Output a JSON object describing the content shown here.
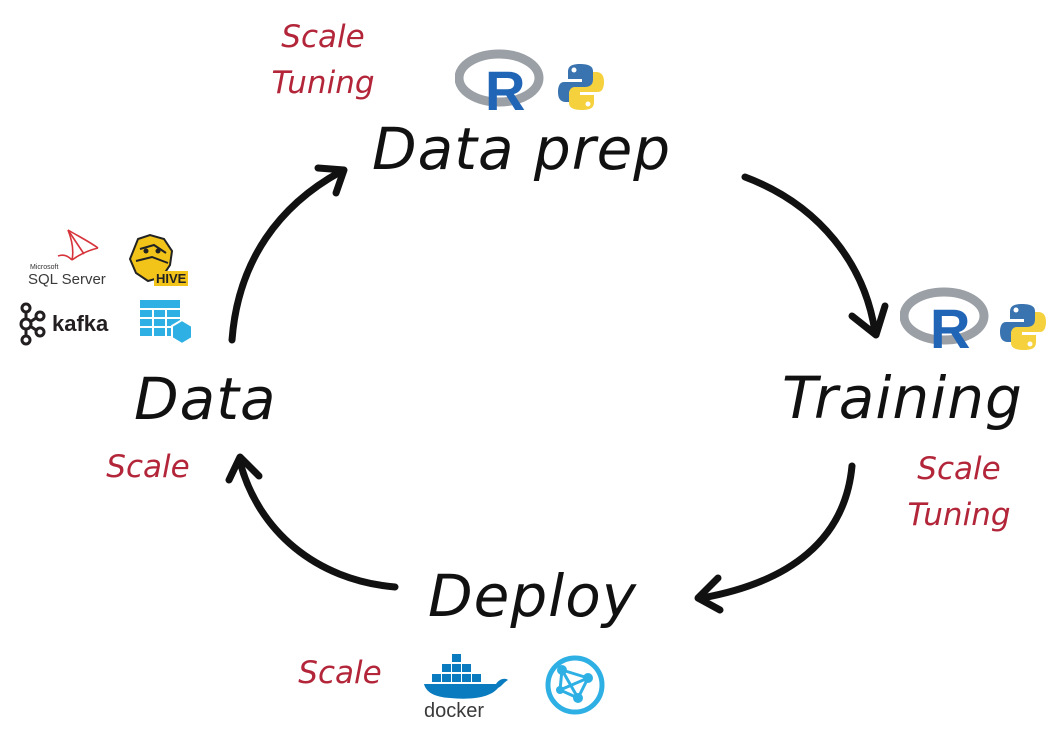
{
  "stages": {
    "data_prep": "Data prep",
    "training": "Training",
    "deploy": "Deploy",
    "data": "Data"
  },
  "notes": {
    "data_prep": [
      "Scale",
      "Tuning"
    ],
    "training": [
      "Scale",
      "Tuning"
    ],
    "deploy": [
      "Scale"
    ],
    "data": [
      "Scale"
    ]
  },
  "logos": {
    "r_letter": "R",
    "sql_server_small": "Microsoft",
    "sql_server": "SQL Server",
    "hive": "HIVE",
    "kafka": "kafka",
    "docker": "docker"
  },
  "icons": [
    "r-logo-icon",
    "python-logo-icon",
    "sql-server-logo-icon",
    "hive-logo-icon",
    "kafka-logo-icon",
    "azure-table-storage-icon",
    "docker-logo-icon",
    "azure-service-fabric-icon"
  ],
  "colors": {
    "note": "#b3263a",
    "stage": "#111111",
    "arrow": "#111111",
    "r_blue": "#2165b6",
    "python_blue": "#3a74b0",
    "python_yellow": "#f5d13d",
    "kafka": "#231f20",
    "hive_yellow": "#f2c318",
    "azure_blue": "#2fb0e4",
    "docker_blue": "#0a7bbf"
  }
}
